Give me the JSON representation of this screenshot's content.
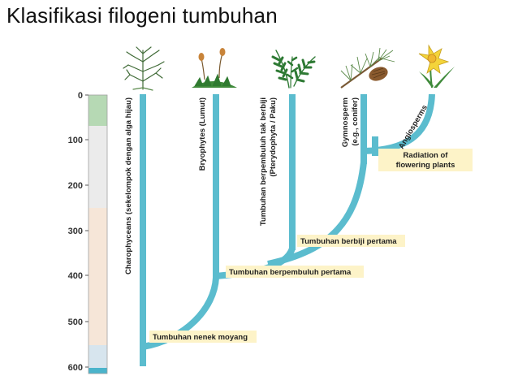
{
  "title": "Klasifikasi filogeni tumbuhan",
  "time_axis": {
    "ticks": [
      "0",
      "100",
      "200",
      "300",
      "400",
      "500",
      "600"
    ],
    "era_colors": [
      "#b6d9b4",
      "#ebebeb",
      "#f6e6d8",
      "#d7e5ee",
      "#4bb4cb"
    ]
  },
  "colors": {
    "branch": "#5bbcce",
    "callout_bg": "#fdf3c8",
    "text": "#222222"
  },
  "groups": [
    {
      "line1": "Charophyceans (sekelompok dengan alga hijau)",
      "line2": "",
      "icon": "charophycean-algae-icon"
    },
    {
      "line1": "Bryophytes (Lumut)",
      "line2": "",
      "icon": "moss-icon"
    },
    {
      "line1": "Tumbuhan berpembuluh tak berbiji",
      "line2": "(Pterydophyta / Paku)",
      "icon": "fern-icon"
    },
    {
      "line1": "Gymnosperm",
      "line2": "(e.g., conifer)",
      "icon": "pine-conifer-icon"
    },
    {
      "line1": "Angiosperms",
      "line2": "",
      "icon": "daffodil-flower-icon"
    }
  ],
  "nodes": {
    "ancestral": "Tumbuhan nenek moyang",
    "vascular": "Tumbuhan berpembuluh pertama",
    "seed": "Tumbuhan berbiji pertama",
    "flowering_line1": "Radiation of",
    "flowering_line2": "flowering plants"
  }
}
